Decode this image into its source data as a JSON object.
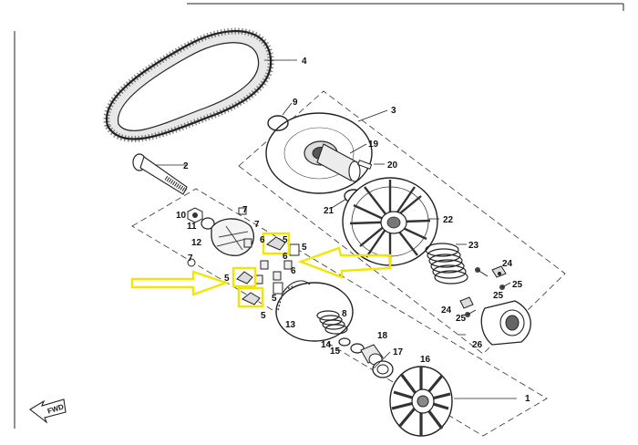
{
  "diagram": {
    "title": "",
    "fwd_label": "FWD",
    "accent_highlight": "#f2e600",
    "line_color": "#222222",
    "callouts": [
      "1",
      "2",
      "3",
      "4",
      "5",
      "5",
      "5",
      "5",
      "5",
      "6",
      "6",
      "6",
      "7",
      "7",
      "7",
      "8",
      "9",
      "10",
      "11",
      "12",
      "13",
      "14",
      "15",
      "16",
      "17",
      "18",
      "19",
      "20",
      "21",
      "22",
      "23",
      "24",
      "24",
      "25",
      "25",
      "25",
      "26"
    ],
    "highlighted_parts": [
      "5",
      "5",
      "5"
    ]
  }
}
